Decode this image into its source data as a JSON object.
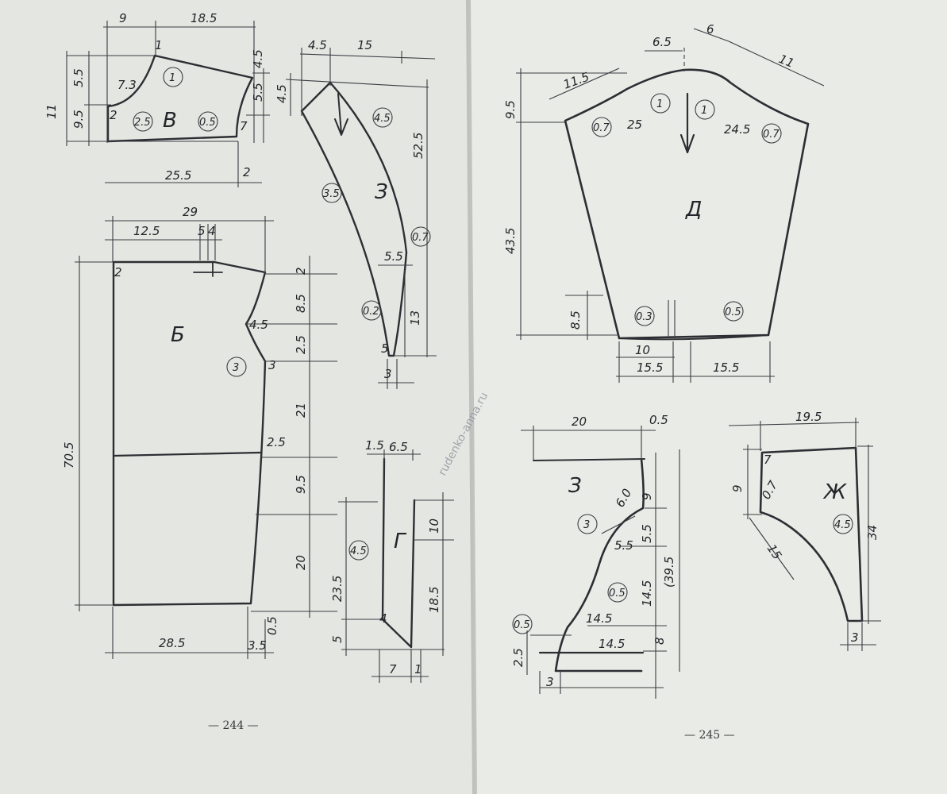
{
  "colors": {
    "paper_left": "#e4e6e1",
    "paper_right": "#e9ebe6",
    "ink": "#2c2e33"
  },
  "page_numbers": {
    "left": "— 244 —",
    "right": "— 245 —"
  },
  "watermark": "rudenko-anna.ru",
  "pieces": {
    "v": {
      "letter": "В",
      "dims": {
        "top_a": "9",
        "top_b": "18.5",
        "left_a": "11",
        "left_b": "5.5",
        "left_c": "9.5",
        "neck_d": "7.3",
        "bottom": "25.5",
        "corner_right": "2",
        "right_a": "4.5",
        "right_b": "5.5",
        "pt1": "1",
        "pt2": "2",
        "pt7": "7"
      },
      "circles": {
        "c1": "1",
        "c2": "2.5",
        "c3": "0.5"
      }
    },
    "b": {
      "letter": "Б",
      "dims": {
        "width": "29",
        "top_a": "12.5",
        "top_b": "5",
        "top_c": "4",
        "left_height": "70.5",
        "pt2_left": "2",
        "r_2": "2",
        "r_85": "8.5",
        "r_25": "2.5",
        "r_21": "21",
        "r_95": "9.5",
        "r_20": "20",
        "r_05": "0.5",
        "notch_45": "4.5",
        "pt3": "3",
        "waist_25": "2.5",
        "bottom": "28.5",
        "bottom_corner": "3.5"
      },
      "circles": {
        "c1": "3"
      }
    },
    "z_left": {
      "letter": "З",
      "dims": {
        "top_a": "4.5",
        "top_b": "15",
        "left": "4.5",
        "right": "52.5",
        "mid": "5.5",
        "low": "13",
        "pt5": "5",
        "bottom": "3"
      },
      "circles": {
        "c1": "4.5",
        "c2": "3.5",
        "c3": "0.7",
        "c4": "0.2"
      }
    },
    "g": {
      "letter": "Г",
      "dims": {
        "top_a": "1.5",
        "top_b": "6.5",
        "left_total": "23.5",
        "left_low": "5",
        "right_top": "10",
        "right_mid": "18.5",
        "bottom_a": "7",
        "bottom_b": "1",
        "pt4": "4"
      },
      "circles": {
        "c1": "4.5"
      }
    },
    "d": {
      "letter": "Д",
      "dims": {
        "top_l": "11.5",
        "top_m": "6.5",
        "top_r1": "6",
        "top_r2": "11",
        "cap": "9.5",
        "height": "43.5",
        "low_left": "8.5",
        "mid_l": "25",
        "mid_r": "24.5",
        "bottom_in": "10",
        "bottom_l": "15.5",
        "bottom_r": "15.5"
      },
      "circles": {
        "c1": "0.7",
        "c2": "1",
        "c3": "1",
        "c4": "0.7",
        "c5": "0.3",
        "c6": "0.5"
      }
    },
    "z_right": {
      "letter": "З",
      "dims": {
        "top": "20",
        "top_r": "0.5",
        "r1": "9",
        "r2": "5.5",
        "r3": "14.5",
        "r4": "8",
        "total": "(39.5",
        "mid1": "5.5",
        "mid2": "14.5",
        "bottom_line": "14.5",
        "diag": "6.0",
        "low_left": "2.5",
        "bottom": "3"
      },
      "circles": {
        "c1": "3",
        "c2": "0.5",
        "c3": "0.5"
      }
    },
    "zh": {
      "letter": "Ж",
      "dims": {
        "top": "19.5",
        "left": "9",
        "right": "34",
        "diag": "15",
        "small": "0.7",
        "pt7": "7",
        "bottom": "3"
      },
      "circles": {
        "c1": "4.5"
      }
    }
  }
}
